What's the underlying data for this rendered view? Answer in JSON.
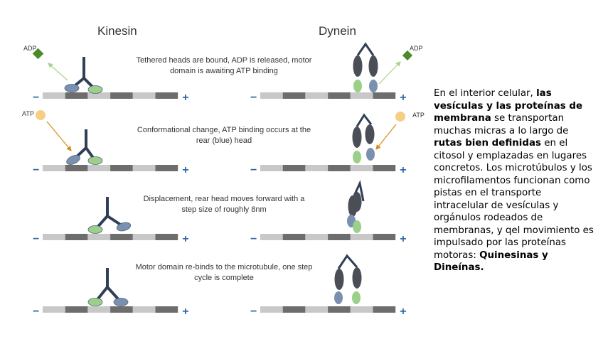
{
  "titles": {
    "kinesin": "Kinesin",
    "dynein": "Dynein"
  },
  "captions": [
    "Tethered heads are bound, ADP is released, motor domain is awaiting ATP binding",
    "Conformational change, ATP binding occurs at the rear (blue) head",
    "Displacement, rear head moves forward with a step size of roughly 8nm",
    "Motor domain re-binds to the microtubule, one step cycle is complete"
  ],
  "labels": {
    "adp": "ADP",
    "atp": "ATP",
    "minus": "−",
    "plus": "+"
  },
  "side_text": {
    "t1": "En el interior celular, ",
    "b1": "las vesículas y las proteínas de membrana",
    "t2": " se transportan muchas micras a lo largo de ",
    "b2": "rutas bien definidas",
    "t3": " en el citosol y emplazadas en lugares concretos.  Los microtúbulos y los microfilamentos funcionan como pistas en el transporte intracelular de vesículas y orgánulos rodeados de membranas, y qel movimiento es impulsado por las proteínas motoras: ",
    "b3": "Quinesinas y Dineínas."
  },
  "colors": {
    "track_light": "#c8c8c8",
    "track_dark": "#6d6d6d",
    "motor_dark": "#2f3f55",
    "head_blue": "#7a90b0",
    "head_green": "#9ccf8a",
    "dynein_head": "#4a4e57",
    "minus": "#2e6aa8",
    "plus": "#2e6aa8",
    "adp": "#4a8a2a",
    "atp": "#f6cf84"
  }
}
